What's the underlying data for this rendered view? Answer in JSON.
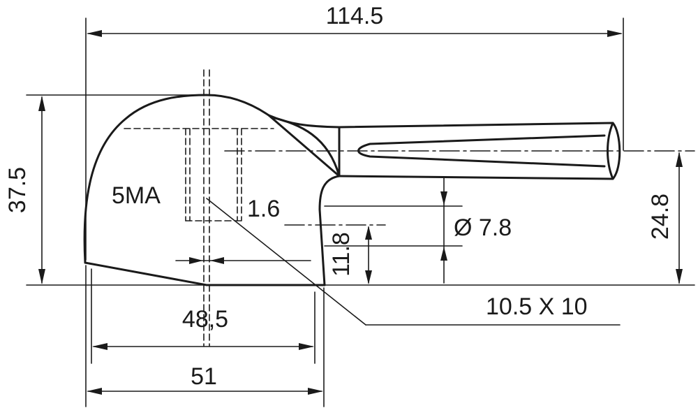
{
  "labels": {
    "overall_length": "114.5",
    "overall_height": "37.5",
    "center_height": "24.8",
    "model": "5MA",
    "wall": "1.6",
    "bore_diameter": "Ø 7.8",
    "hole_height": "11.8",
    "broach": "10.5 X 10",
    "width_inner": "48,5",
    "width_outer": "51"
  },
  "colors": {
    "line": "#1a1a1a",
    "background": "#ffffff"
  }
}
